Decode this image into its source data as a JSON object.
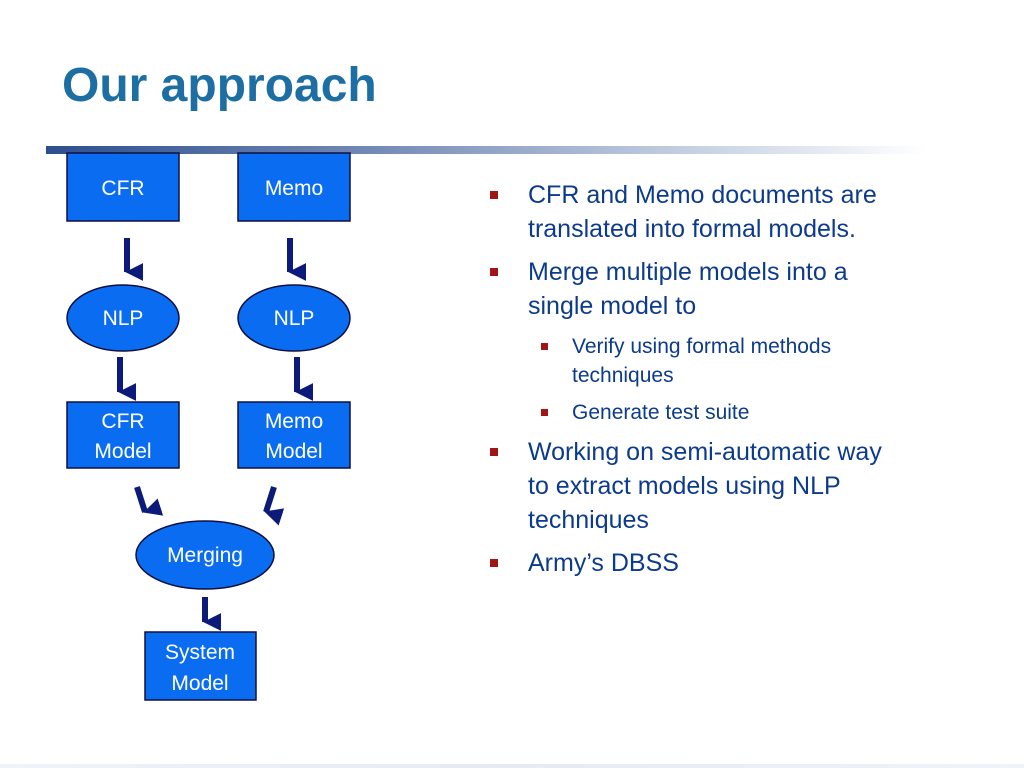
{
  "slide": {
    "title": "Our approach"
  },
  "diagram": {
    "nodes": {
      "cfr": "CFR",
      "memo": "Memo",
      "nlp_left": "NLP",
      "nlp_right": "NLP",
      "cfr_model": [
        "CFR",
        "Model"
      ],
      "memo_model": [
        "Memo",
        "Model"
      ],
      "merging": "Merging",
      "system_model": [
        "System",
        "Model"
      ]
    }
  },
  "bullets": [
    {
      "text": "CFR and Memo documents are translated into formal models.",
      "level": 1
    },
    {
      "text": "Merge multiple models into a single model to",
      "level": 1
    },
    {
      "text": "Verify using formal methods techniques",
      "level": 2
    },
    {
      "text": "Generate test suite",
      "level": 2
    },
    {
      "text": "Working on semi-automatic way to extract models using NLP techniques",
      "level": 1
    },
    {
      "text": "Army’s DBSS",
      "level": 1
    }
  ],
  "colors": {
    "title": "#1d6fa3",
    "node_fill": "#0a6cf0",
    "node_stroke": "#101040",
    "arrow": "#0c1a7a",
    "bullet_text": "#0d3b8c",
    "bullet_marker": "#a01616"
  }
}
